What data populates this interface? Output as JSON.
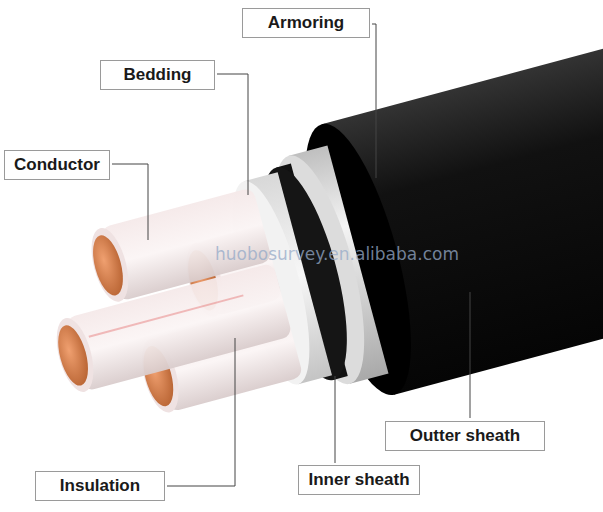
{
  "diagram": {
    "nodes": [
      {
        "text": [
          "Armoring"
        ]
      },
      {
        "text": [
          "Bedding"
        ]
      },
      {
        "text": [
          "Conductor"
        ]
      },
      {
        "text": [
          "Outter sheath"
        ]
      },
      {
        "text": [
          "Inner sheath"
        ]
      },
      {
        "text": [
          "Insulation"
        ]
      }
    ],
    "labels": [
      "huobosurvey.en.alibaba.com"
    ]
  }
}
